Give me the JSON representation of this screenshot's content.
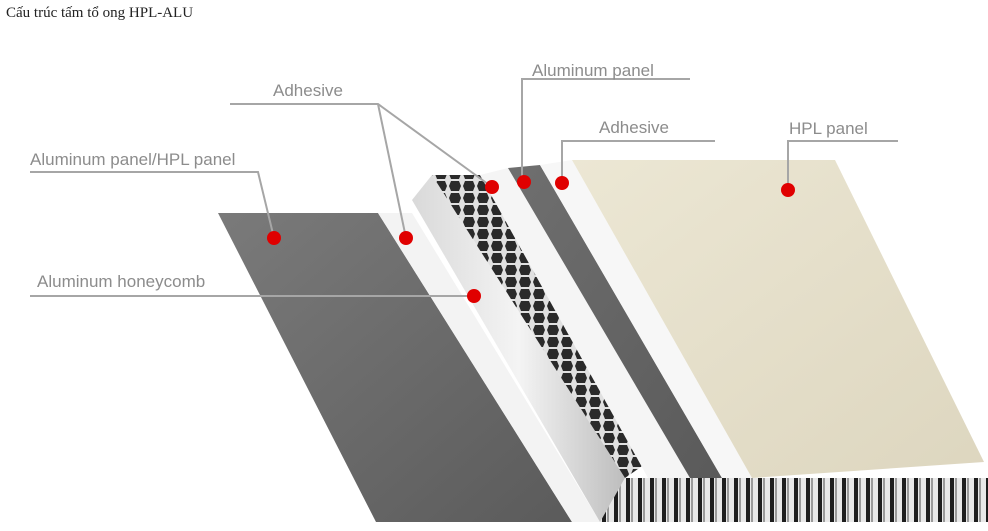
{
  "caption": "Cấu trúc tấm tổ ong HPL-ALU",
  "labels": {
    "adhesive_top": "Adhesive",
    "aluminum_panel": "Aluminum panel",
    "adhesive_right": "Adhesive",
    "hpl_panel": "HPL panel",
    "aluminum_hpl_panel": "Aluminum panel/HPL panel",
    "aluminum_honeycomb": "Aluminum honeycomb"
  },
  "colors": {
    "callout_marker": "#e00000",
    "leader_line": "#a6a6a6",
    "hpl_surface": "#e6e0cc",
    "aluminum_sheet": "#6e6e6e",
    "adhesive": "#f2f2f2"
  }
}
